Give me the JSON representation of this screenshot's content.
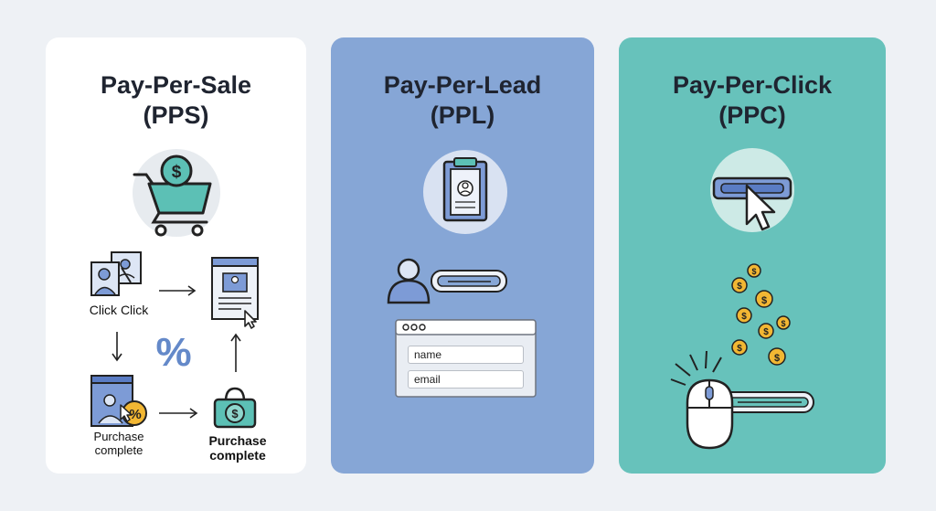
{
  "cards": [
    {
      "id": "pps",
      "title_line1": "Pay-Per-Sale",
      "title_line2": "(PPS)",
      "labels": {
        "click_click": "Click Click",
        "percent": "%",
        "purchase_complete_left": "Purchase complete",
        "purchase_complete_right": "Purchase complete"
      },
      "icon": "shopping-cart-dollar-icon"
    },
    {
      "id": "ppl",
      "title_line1": "Pay-Per-Lead",
      "title_line2": "(PPL)",
      "form": {
        "name_field": "name",
        "email_field": "email"
      },
      "icon": "clipboard-profile-icon"
    },
    {
      "id": "ppc",
      "title_line1": "Pay-Per-Click",
      "title_line2": "(PPC)",
      "icon": "button-cursor-icon"
    }
  ],
  "colors": {
    "background": "#eef1f5",
    "pps_card": "#ffffff",
    "ppl_card": "#86a6d6",
    "ppc_card": "#67c2bb",
    "teal_accent": "#5cc0b5",
    "blue_accent": "#7d9bd6",
    "coin_gold": "#f2b733"
  }
}
